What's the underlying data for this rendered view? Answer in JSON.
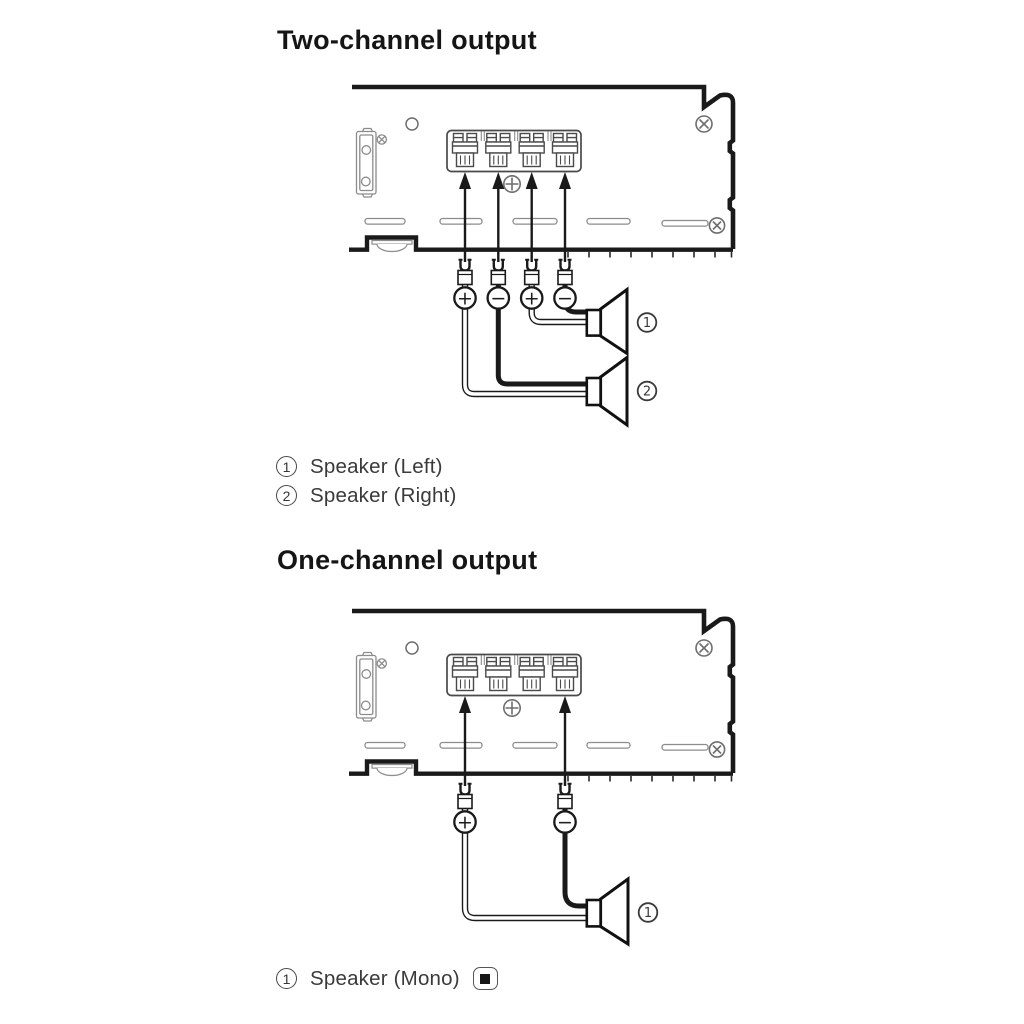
{
  "page": {
    "background": "#ffffff",
    "line_color": "#1a1a1a",
    "detail_color": "#8c8c8c",
    "text_color": "#3a3a3a"
  },
  "sections": [
    {
      "title": "Two-channel output",
      "legend": [
        {
          "num": "1",
          "label": "Speaker (Left)"
        },
        {
          "num": "2",
          "label": "Speaker (Right)"
        }
      ],
      "diagram": {
        "terminal_polarities": [
          "+",
          "−",
          "+",
          "−"
        ],
        "speakers": [
          {
            "num": "1"
          },
          {
            "num": "2"
          }
        ]
      }
    },
    {
      "title": "One-channel output",
      "legend": [
        {
          "num": "1",
          "label": "Speaker (Mono)"
        }
      ],
      "diagram": {
        "terminal_polarities": [
          "+",
          "−"
        ],
        "speakers": [
          {
            "num": "1"
          }
        ]
      }
    }
  ]
}
